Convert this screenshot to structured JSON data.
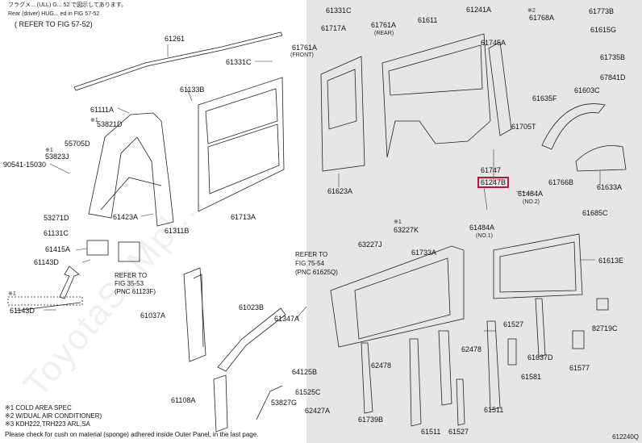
{
  "header": {
    "note_line1": "フラグメ... (ULL) G... 52 で図示してあります。",
    "note_line2": "Rear (driver) HUG... ed in FIG 57-52",
    "ref": "( REFER TO FIG 57-52)"
  },
  "labels": {
    "l61261": "61261",
    "l61331C_a": "61331C",
    "l61133B": "61133B",
    "l61111A": "61111A",
    "l53821D": "53821D",
    "l55705D": "55705D",
    "l53823J": "53823J",
    "l90541": "90541-15030",
    "l53271D": "53271D",
    "l61131C": "61131C",
    "l61415A": "61415A",
    "l61143D_a": "61143D",
    "l61423A": "61423A",
    "l61311B": "61311B",
    "l61713A": "61713A",
    "l61143D_b": "61143D",
    "l61037A": "61037A",
    "l61023B": "61023B",
    "l61108A": "61108A",
    "l53827G": "53827G",
    "l61331C_b": "61331C",
    "l61717A": "61717A",
    "l61761A_a": "61761A",
    "l61761A_b": "61761A",
    "l61611": "61611",
    "l61241A": "61241A",
    "l61768A": "61768A",
    "l61773B": "61773B",
    "l61615G": "61615G",
    "l61735B": "61735B",
    "l67841D": "67841D",
    "l61603C": "61603C",
    "l61745A": "61745A",
    "l61635F": "61635F",
    "l61705T": "61705T",
    "l61623A": "61623A",
    "l61747": "61747",
    "l61247B": "61247B",
    "l61766B": "61766B",
    "l61484A_a": "61484A",
    "l61484A_b": "61484A",
    "l61685C": "61685C",
    "l61633A": "61633A",
    "l63227K": "63227K",
    "l63227J": "63227J",
    "l61733A": "61733A",
    "l61613E": "61613E",
    "l61347A": "61347A",
    "l61527_a": "61527",
    "l82719C": "82719C",
    "l62478_a": "62478",
    "l62478_b": "62478",
    "l61637D": "61637D",
    "l64125B": "64125B",
    "l61581": "61581",
    "l61577": "61577",
    "l61525C": "61525C",
    "l62427A": "62427A",
    "l61739B": "61739B",
    "l61511_a": "61511",
    "l61511_b": "61511",
    "l61527_b": "61527"
  },
  "notes": {
    "front": "(FRONT)",
    "rear": "(REAR)",
    "no2": "(NO.2)",
    "no1": "(NO.1)",
    "m1_a": "※1",
    "m1_b": "※1",
    "m2_a": "※2",
    "m1_c": "※1",
    "m1_d": "※1"
  },
  "refs": {
    "ref1_l1": "REFER TO",
    "ref1_l2": "FIG 35-53",
    "ref1_l3": "(PNC 61123F)",
    "ref2_l1": "REFER TO",
    "ref2_l2": "FIG 75-54",
    "ref2_l3": "(PNC 61625Q)"
  },
  "footnotes": {
    "f1": "※1 COLD AREA SPEC",
    "f2": "※2 W/DUAL AIR CONDITIONER)",
    "f3": "※3 KDH222,TRH223 ARL,SA",
    "f4": "Please check for cush on material (sponge) adhered inside Outer Panel, in the last page."
  },
  "watermark": "ToyotaSaMpl...",
  "diagram_code": "612240Q",
  "highlight_color": "#c0143c"
}
